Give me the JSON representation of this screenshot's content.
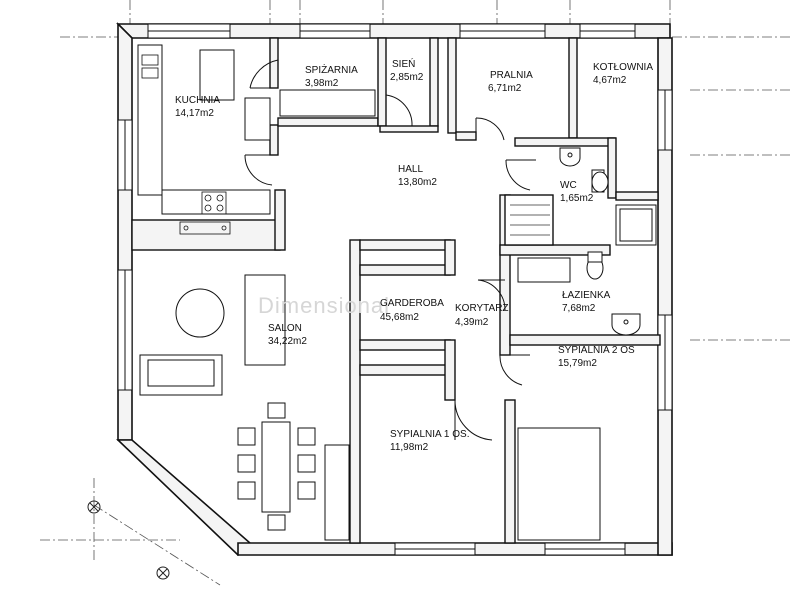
{
  "watermark": "Dimensional",
  "rooms": [
    {
      "id": "kuchnia",
      "name": "KUCHNIA",
      "area": "14,17m2"
    },
    {
      "id": "spizarnia",
      "name": "SPIŻARNIA",
      "area": "3,98m2"
    },
    {
      "id": "sien",
      "name": "SIEŃ",
      "area": "2,85m2"
    },
    {
      "id": "pralnia",
      "name": "PRALNIA",
      "area": "6,71m2"
    },
    {
      "id": "kotlownia",
      "name": "KOTŁOWNIA",
      "area": "4,67m2"
    },
    {
      "id": "hall",
      "name": "HALL",
      "area": "13,80m2"
    },
    {
      "id": "wc",
      "name": "WC",
      "area": "1,65m2"
    },
    {
      "id": "lazienka",
      "name": "ŁAZIENKA",
      "area": "7,68m2"
    },
    {
      "id": "salon",
      "name": "SALON",
      "area": "34,22m2"
    },
    {
      "id": "garderoba",
      "name": "GARDEROBA",
      "area": "45,68m2"
    },
    {
      "id": "korytarz",
      "name": "KORYTARZ",
      "area": "4,39m2"
    },
    {
      "id": "sypialnia2",
      "name": "SYPIALNIA  2  OS",
      "area": "15,79m2"
    },
    {
      "id": "sypialnia1",
      "name": "SYPIALNIA  1  OS.",
      "area": "11,98m2"
    }
  ]
}
